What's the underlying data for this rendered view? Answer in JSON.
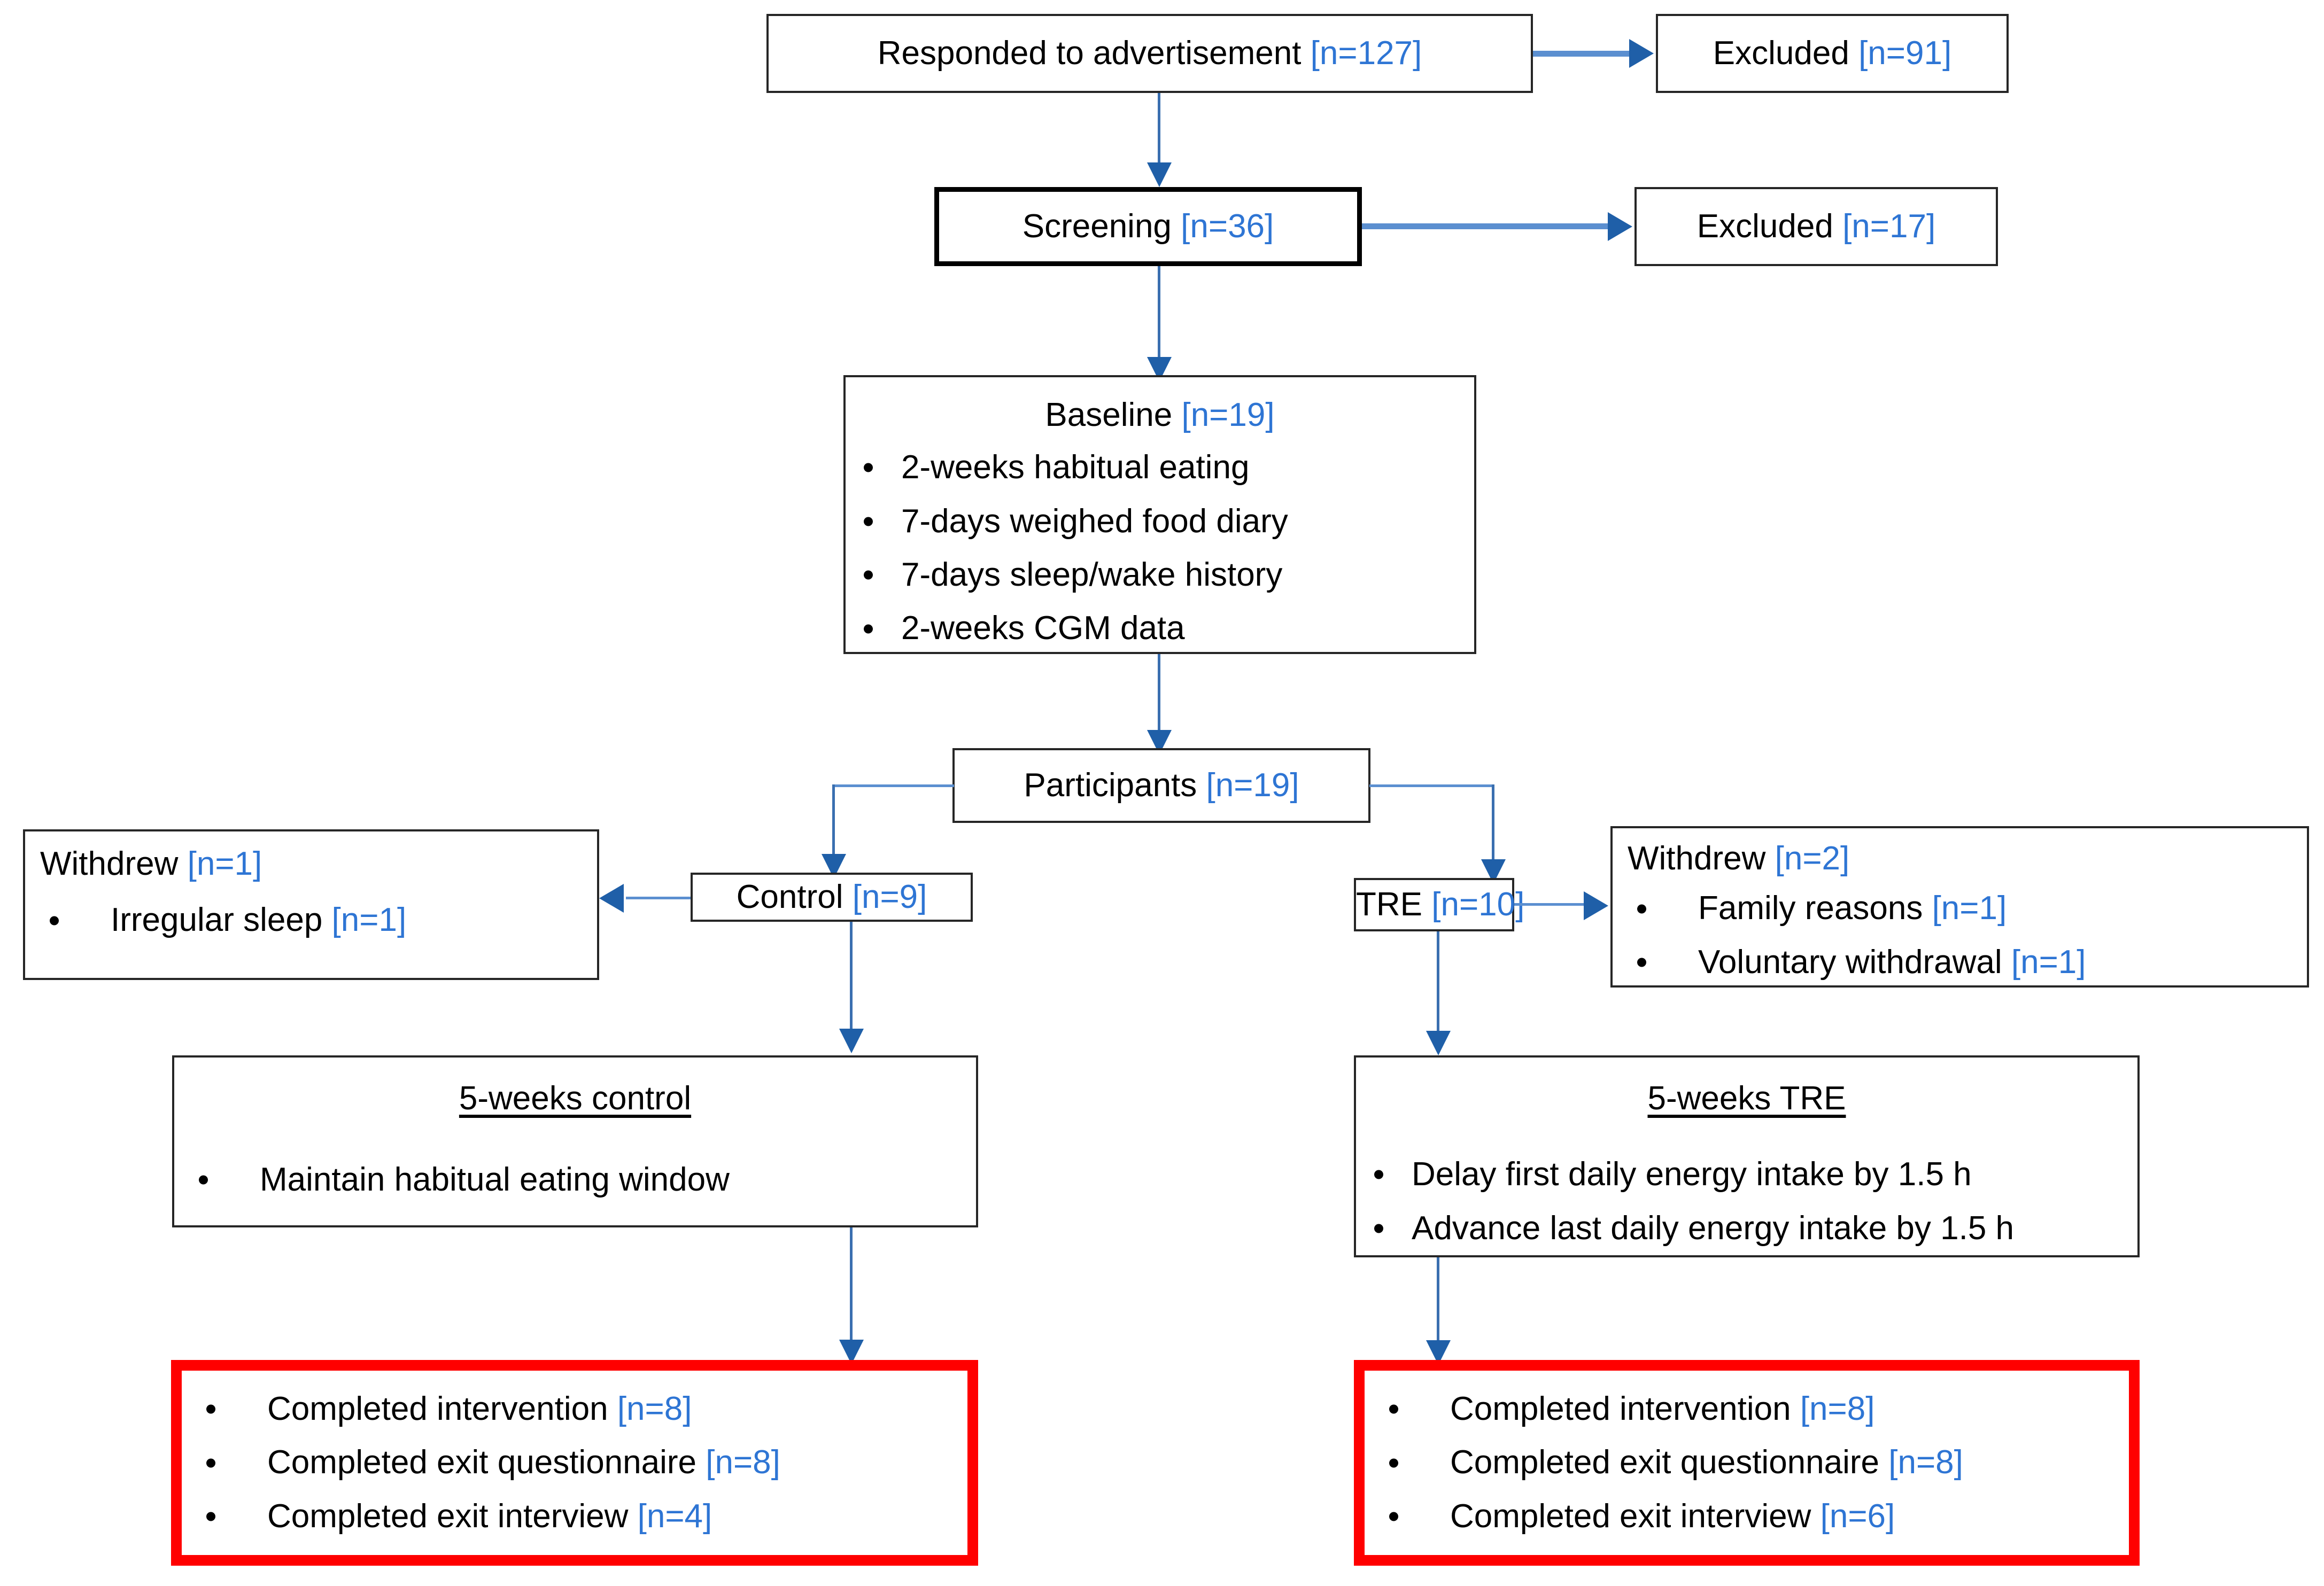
{
  "diagram": {
    "type": "consort-participant-flow",
    "accent_blue": "#2e75d4",
    "connector_blue": "#3a6fb0",
    "highlight_red": "#ff0000",
    "box_border": "#262626"
  },
  "nodes": {
    "responded": {
      "label": "Responded to advertisement ",
      "count": "[n=127]"
    },
    "excluded_1": {
      "label": "Excluded ",
      "count": "[n=91]"
    },
    "screening": {
      "label": "Screening ",
      "count": "[n=36]"
    },
    "excluded_2": {
      "label": "Excluded ",
      "count": "[n=17]"
    },
    "baseline": {
      "label": "Baseline ",
      "count": "[n=19]",
      "items": [
        "2-weeks habitual eating",
        "7-days weighed food diary",
        "7-days sleep/wake history",
        "2-weeks CGM data"
      ]
    },
    "participants": {
      "label": "Participants ",
      "count": "[n=19]"
    },
    "control": {
      "label": "Control ",
      "count": "[n=9]"
    },
    "tre": {
      "label": "TRE ",
      "count": "[n=10]"
    },
    "withdrew_control": {
      "label": "Withdrew ",
      "count": "[n=1]",
      "items": [
        {
          "text": "Irregular sleep ",
          "count": "[n=1]"
        }
      ]
    },
    "withdrew_tre": {
      "label": "Withdrew ",
      "count": "[n=2]",
      "items": [
        {
          "text": "Family reasons ",
          "count": "[n=1]"
        },
        {
          "text": "Voluntary withdrawal ",
          "count": "[n=1]"
        }
      ]
    },
    "control_intervention": {
      "title": "5-weeks control",
      "items": [
        "Maintain habitual eating window"
      ]
    },
    "tre_intervention": {
      "title": "5-weeks TRE",
      "items": [
        "Delay first daily energy intake by 1.5 h",
        "Advance last daily energy intake by 1.5 h"
      ]
    },
    "completed_control": {
      "items": [
        {
          "text": "Completed intervention ",
          "count": "[n=8]"
        },
        {
          "text": "Completed exit questionnaire ",
          "count": "[n=8]"
        },
        {
          "text": "Completed exit interview ",
          "count": "[n=4]"
        }
      ]
    },
    "completed_tre": {
      "items": [
        {
          "text": "Completed intervention ",
          "count": "[n=8]"
        },
        {
          "text": "Completed exit questionnaire ",
          "count": "[n=8]"
        },
        {
          "text": "Completed exit interview ",
          "count": "[n=6]"
        }
      ]
    }
  }
}
